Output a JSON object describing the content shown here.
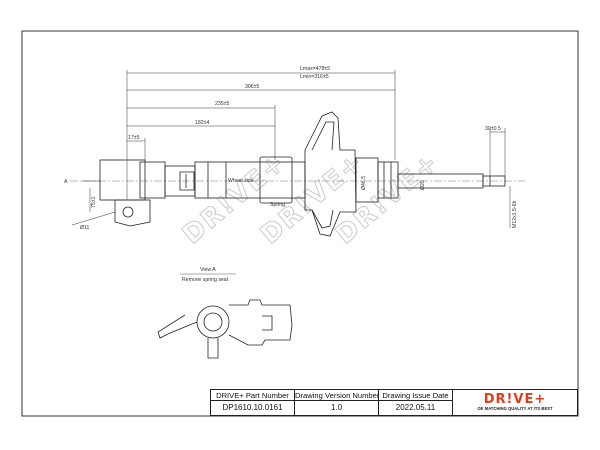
{
  "drawing": {
    "dimensions": {
      "lmax": "Lmax=478±5",
      "lmin": "Lmin=316±5",
      "d306": "306±5",
      "d235": "235±5",
      "d182": "182±4",
      "d17": "17±5",
      "d30": "30±0.5",
      "d75": "75±1",
      "hole": "Ø11",
      "rod": "Ø20",
      "body": "Ø46.5",
      "thread": "M12x1.5-6h",
      "datum": "A"
    },
    "labels": {
      "wheel_side": "Wheel side",
      "spring": "Spring"
    },
    "watermark": "DR!VE+",
    "view": {
      "title": "View A",
      "note": "Remove spring seat"
    }
  },
  "title_block": {
    "part_number_label": "DRIVE+ Part Number",
    "drawing_version_label": "Drawing Version  Number",
    "drawing_issue_date_label": "Drawing Issue Date",
    "part_number": "DP1610.10.0161",
    "version": "1.0",
    "issue_date": "2022.05.11",
    "brand": "DR!VE+",
    "tagline": "OE MATCHING QUALITY AT ITS BEST"
  }
}
